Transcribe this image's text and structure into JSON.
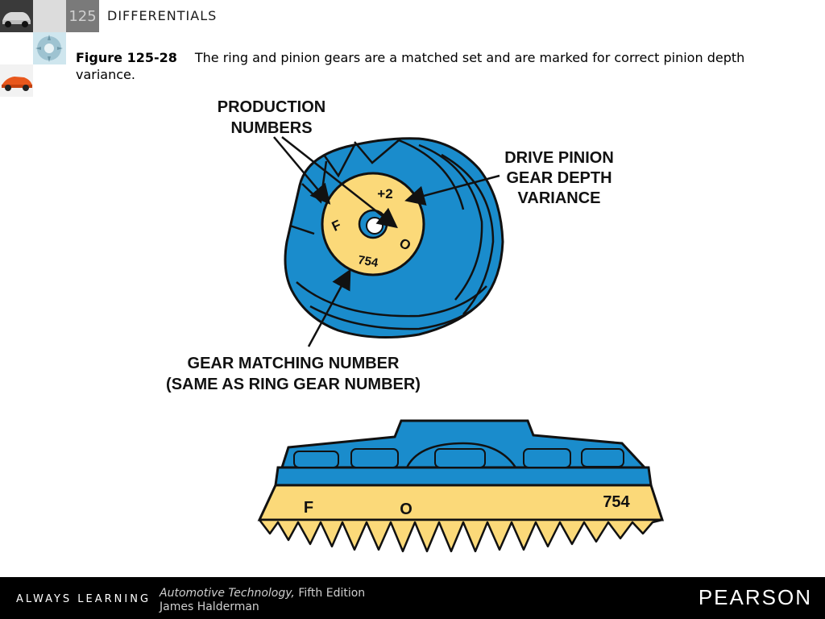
{
  "header": {
    "chapter_number": "125",
    "chapter_title": "DIFFERENTIALS"
  },
  "caption": {
    "figure_label": "Figure 125-28",
    "text": "The ring and pinion gears are a matched set and are marked for correct pinion depth variance."
  },
  "diagram": {
    "callouts": {
      "production_numbers_line1": "PRODUCTION",
      "production_numbers_line2": "NUMBERS",
      "pinion_depth_line1": "DRIVE PINION",
      "pinion_depth_line2": "GEAR DEPTH",
      "pinion_depth_line3": "VARIANCE",
      "matching_line1": "GEAR MATCHING NUMBER",
      "matching_line2": "(SAME AS RING GEAR NUMBER)"
    },
    "pinion_marks": {
      "variance": "+2",
      "left": "F",
      "right": "O",
      "number": "754"
    },
    "ring_marks": {
      "left": "F",
      "middle": "O",
      "number": "754"
    },
    "colors": {
      "gear_blue": "#1a8ccc",
      "gear_yellow": "#fbd979",
      "outline": "#1a1a1a"
    }
  },
  "footer": {
    "tagline": "ALWAYS LEARNING",
    "book_title": "Automotive Technology,",
    "edition": " Fifth Edition",
    "author": "James Halderman",
    "publisher": "PEARSON"
  }
}
